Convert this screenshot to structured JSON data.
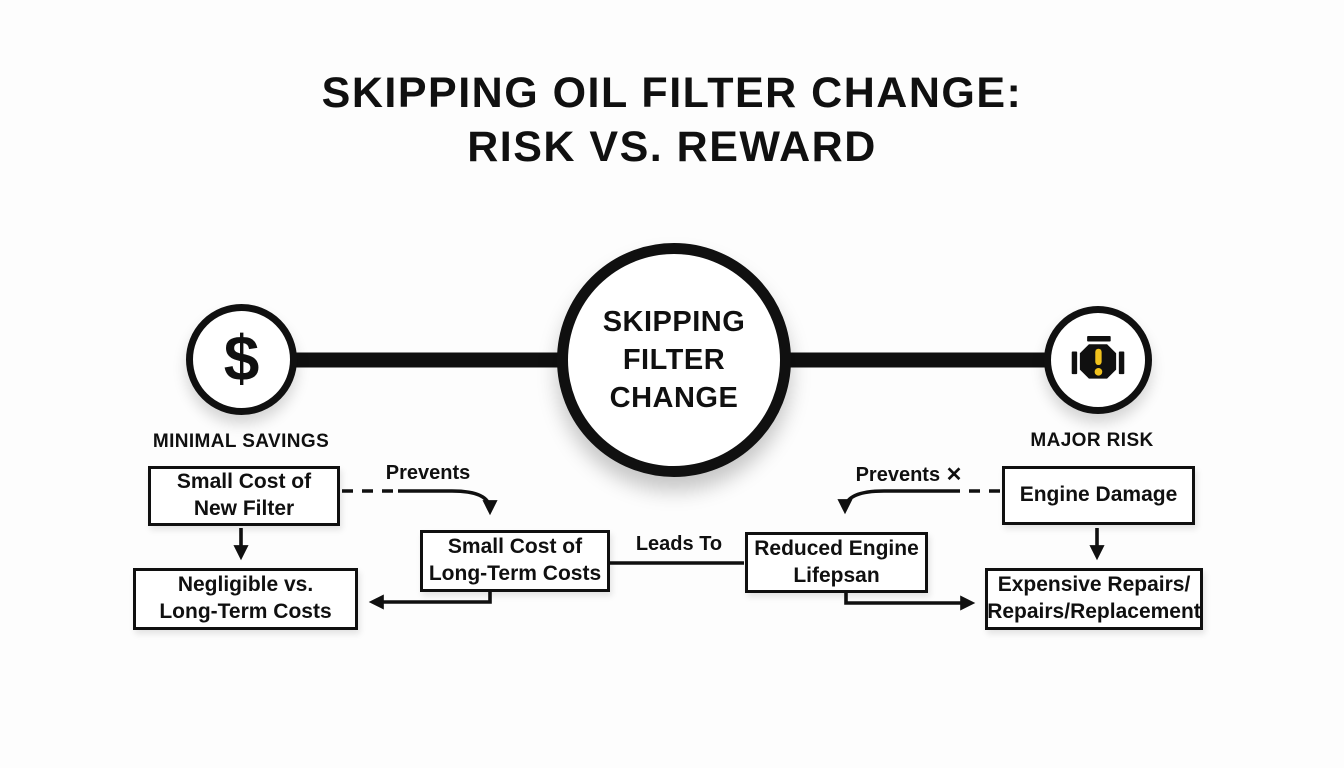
{
  "title": {
    "line1": "SKIPPING OIL FILTER CHANGE:",
    "line2": "RISK VS. REWARD"
  },
  "colors": {
    "ink": "#101010",
    "warning_yellow": "#f1c21d",
    "background": "#fdfdfd"
  },
  "center_node": {
    "line1": "SKIPPING",
    "line2": "FILTER",
    "line3": "CHANGE"
  },
  "left_node": {
    "symbol": "$",
    "caption": "MINIMAL SAVINGS"
  },
  "right_node": {
    "caption": "MAJOR RISK"
  },
  "boxes": {
    "small_cost_new_filter": {
      "line1": "Small Cost of",
      "line2": "New Filter"
    },
    "small_cost_long_term": {
      "line1": "Small Cost of",
      "line2": "Long-Term Costs"
    },
    "negligible_vs_long_term": {
      "line1": "Negligible vs.",
      "line2": "Long-Term Costs"
    },
    "reduced_engine_lifespan": {
      "line1": "Reduced Engine",
      "line2": "Lifepsan"
    },
    "engine_damage": {
      "line1": "Engine Damage"
    },
    "expensive_repairs": {
      "line1": "Expensive Repairs/",
      "line2": "Repairs/Replacement"
    }
  },
  "edge_labels": {
    "prevents_left": "Prevents",
    "prevents_right": "Prevents ✕",
    "leads_to": "Leads To"
  }
}
